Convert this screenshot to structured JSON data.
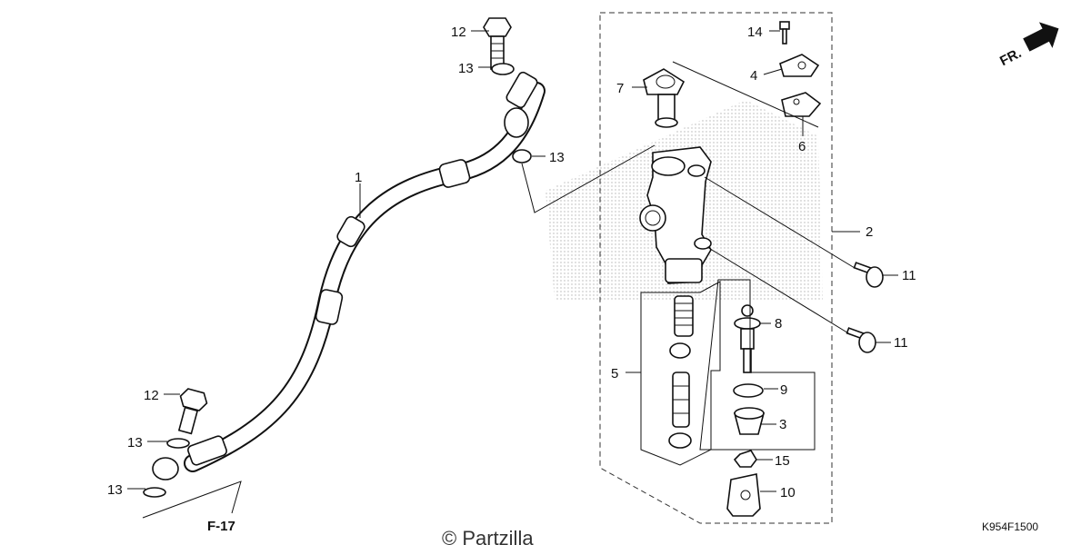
{
  "callouts": [
    {
      "id": "c1",
      "text": "1"
    },
    {
      "id": "c2",
      "text": "2"
    },
    {
      "id": "c3",
      "text": "3"
    },
    {
      "id": "c4",
      "text": "4"
    },
    {
      "id": "c5",
      "text": "5"
    },
    {
      "id": "c6",
      "text": "6"
    },
    {
      "id": "c7",
      "text": "7"
    },
    {
      "id": "c8",
      "text": "8"
    },
    {
      "id": "c9",
      "text": "9"
    },
    {
      "id": "c10",
      "text": "10"
    },
    {
      "id": "c11a",
      "text": "11"
    },
    {
      "id": "c11b",
      "text": "11"
    },
    {
      "id": "c12a",
      "text": "12"
    },
    {
      "id": "c12b",
      "text": "12"
    },
    {
      "id": "c13a",
      "text": "13"
    },
    {
      "id": "c13b",
      "text": "13"
    },
    {
      "id": "c13c",
      "text": "13"
    },
    {
      "id": "c13d",
      "text": "13"
    },
    {
      "id": "c14",
      "text": "14"
    },
    {
      "id": "c15",
      "text": "15"
    }
  ],
  "reference": "F-17",
  "front_indicator": "FR.",
  "diagram_code": "K954F1500",
  "watermark": "© Partzilla"
}
